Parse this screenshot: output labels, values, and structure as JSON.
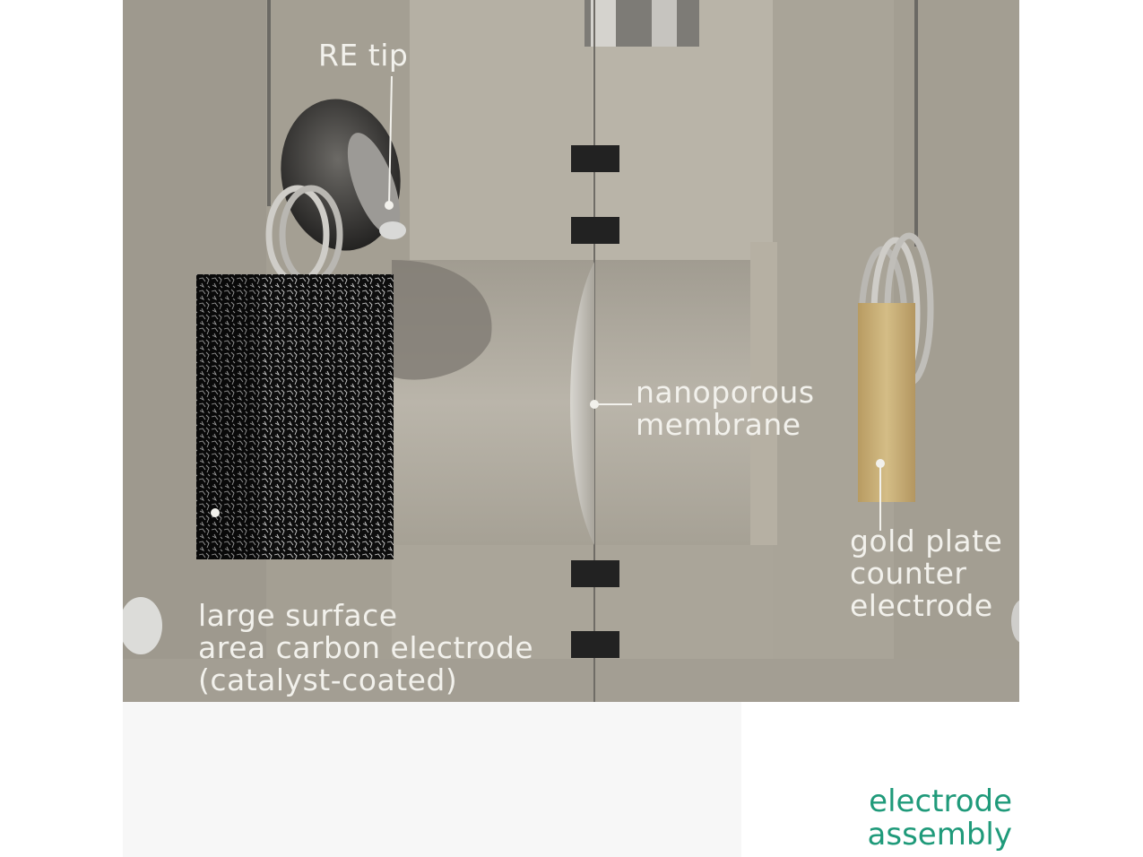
{
  "labels": {
    "re_tip": "RE tip",
    "membrane": [
      "nanoporous",
      "membrane"
    ],
    "gold_plate": [
      "gold plate",
      "counter",
      "electrode"
    ],
    "carbon_electrode": [
      "large surface",
      "area carbon electrode",
      "(catalyst-coated)"
    ]
  },
  "caption": [
    "electrode",
    "assembly"
  ],
  "colors": {
    "label_text": "#f2f1ec",
    "caption_text": "#1f9a7a",
    "cell_body": "#aca79b",
    "gold": "#c8b07a",
    "carbon": "#111111"
  }
}
